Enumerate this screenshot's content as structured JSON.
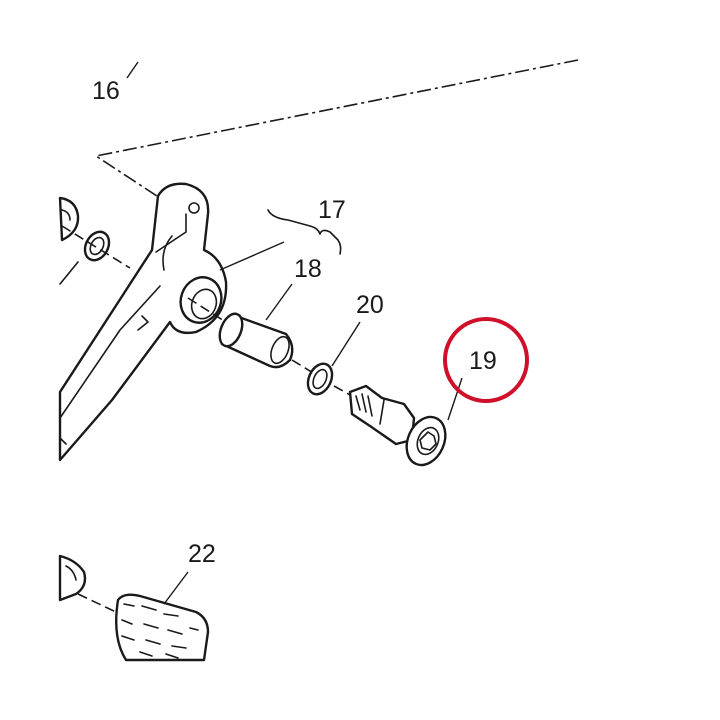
{
  "callouts": {
    "c16": "16",
    "c17": "17",
    "c18": "18",
    "c20": "20",
    "c19": "19",
    "c22": "22"
  },
  "highlight": {
    "target": "19",
    "color": "#d0102a"
  }
}
